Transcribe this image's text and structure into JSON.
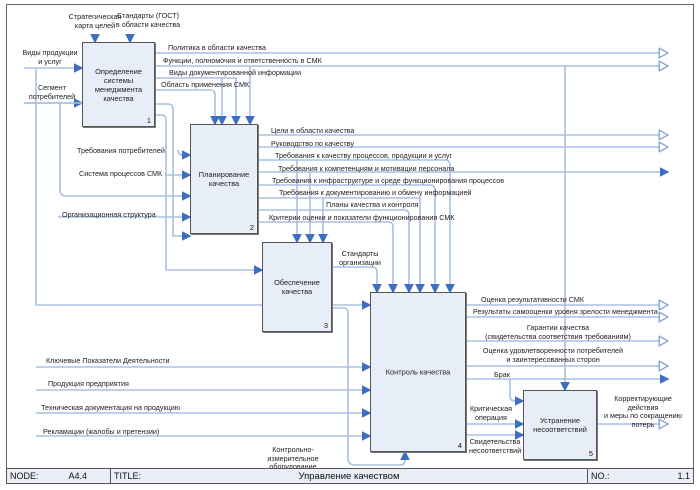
{
  "boxes": [
    {
      "id": "1",
      "title": "Определение\nсистемы\nменеджмента\nкачества"
    },
    {
      "id": "2",
      "title": "Планирование\nкачества"
    },
    {
      "id": "3",
      "title": "Обеспечение\nкачества"
    },
    {
      "id": "4",
      "title": "Контроль качества"
    },
    {
      "id": "5",
      "title": "Устранение\nнесоответствий"
    }
  ],
  "controls_top": [
    "Стратегическая\nкарта целей",
    "Стандарты (ГОСТ)\nв области качества"
  ],
  "inputs_left": [
    "Виды продукции\nи услуг",
    "Сегмент\nпотребителей",
    "Требования потребителей",
    "Система процессов СМК",
    "Организационная структура",
    "Ключевые Показатели Деятельности",
    "Продукция предприятия",
    "Техническая документация на продукцию",
    "Рекламации (жалобы и претензии)"
  ],
  "box1_outputs": [
    "Политика в области качества",
    "Функции, полномочия и ответственность в СМК",
    "Виды документированной информации",
    "Область применения СМК"
  ],
  "box2_outputs": [
    "Цели в области качества",
    "Руководство по качеству",
    "Требования к качеству процессов, продукции и услуг",
    "Требования к компетенциям и мотивации персонала",
    "Требования к инфраструктуре и среде функционирования процессов",
    "Требования к документированию и обмену информацией",
    "Планы качества и контроля",
    "Критерии оценки и показатели функционирования СМК"
  ],
  "box3_outputs": [
    "Стандарты\nорганизации"
  ],
  "box4_outputs": [
    "Оценка результативности СМК",
    "Результаты самооценки уровня зрелости менеджмента",
    "Гарантии качества\n(свидетельства соответствия требованиям)",
    "Оценка удовлетворенности потребителей\nи заинтересованных сторон",
    "Брак",
    "Критическая\nоперация",
    "Свидетельства\nнесоответствий"
  ],
  "box5_outputs": [
    "Корректирующие действия\nи меры по сокращению\nпотерь"
  ],
  "mechanism": "Контрольно-измерительное\nоборудование",
  "footer": {
    "node_label": "NODE:",
    "node_value": "A4.4",
    "title_label": "TITLE:",
    "title_value": "Управление качеством",
    "no_label": "NO.:",
    "no_value": "1.1"
  },
  "colors": {
    "arrow": "#4a78c2",
    "arrow_light": "#a9c0e3",
    "box_fill": "#e8eef7"
  }
}
